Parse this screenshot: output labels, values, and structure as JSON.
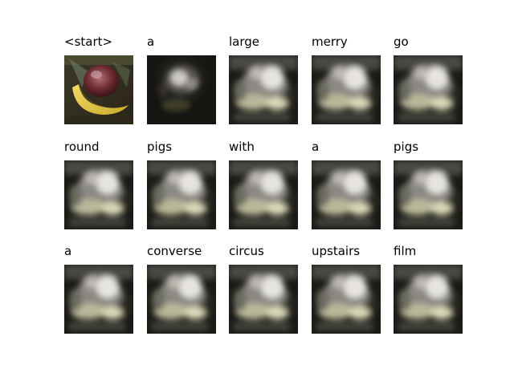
{
  "figure": {
    "panels": [
      {
        "word": "<start>",
        "image": "original-photo"
      },
      {
        "word": "a",
        "image": "attention-map"
      },
      {
        "word": "large",
        "image": "attention-map"
      },
      {
        "word": "merry",
        "image": "attention-map"
      },
      {
        "word": "go",
        "image": "attention-map"
      },
      {
        "word": "round",
        "image": "attention-map"
      },
      {
        "word": "pigs",
        "image": "attention-map"
      },
      {
        "word": "with",
        "image": "attention-map"
      },
      {
        "word": "a",
        "image": "attention-map"
      },
      {
        "word": "pigs",
        "image": "attention-map"
      },
      {
        "word": "a",
        "image": "attention-map"
      },
      {
        "word": "converse",
        "image": "attention-map"
      },
      {
        "word": "circus",
        "image": "attention-map"
      },
      {
        "word": "upstairs",
        "image": "attention-map"
      },
      {
        "word": "film",
        "image": "attention-map"
      }
    ]
  }
}
